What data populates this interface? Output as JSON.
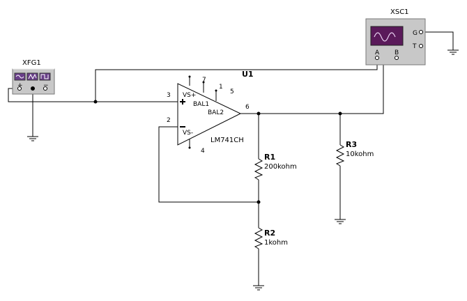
{
  "function_generator": {
    "ref": "XFG1",
    "terminals": [
      "+",
      "COM",
      "−"
    ],
    "waveform_icons": [
      "sine-wave-icon",
      "triangle-wave-icon",
      "square-wave-icon"
    ]
  },
  "oscilloscope": {
    "ref": "XSC1",
    "channel_a": "A",
    "channel_b": "B",
    "ground": "G",
    "trigger": "T"
  },
  "opamp": {
    "ref": "U1",
    "model": "LM741CH",
    "pin_labels": {
      "vs_plus": "VS+",
      "vs_minus": "VS-",
      "bal1": "BAL1",
      "bal2": "BAL2"
    },
    "pins": {
      "non_inverting": "3",
      "inverting": "2",
      "output": "6",
      "vs_plus": "7",
      "bal1": "1",
      "bal2": "5",
      "vs_minus": "4"
    }
  },
  "resistors": [
    {
      "ref": "R1",
      "value": "200kohm"
    },
    {
      "ref": "R2",
      "value": "1kohm"
    },
    {
      "ref": "R3",
      "value": "10kohm"
    }
  ],
  "colors": {
    "wire": "#000000",
    "instrument_body": "#c8c8c8",
    "scope_screen": "#5a1a5a",
    "fg_display": "#6a3f8a"
  }
}
